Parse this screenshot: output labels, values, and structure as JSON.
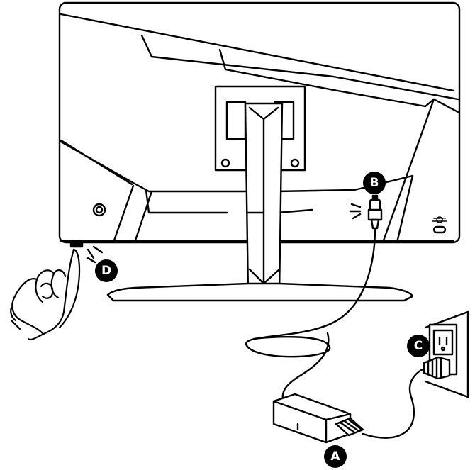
{
  "callouts": [
    {
      "id": "power-adapter",
      "letter": "A"
    },
    {
      "id": "dc-in-port",
      "letter": "B"
    },
    {
      "id": "wall-outlet",
      "letter": "C"
    },
    {
      "id": "power-button",
      "letter": "D"
    }
  ],
  "colors": {
    "line": "#000000",
    "callout_fill": "#000000",
    "callout_text": "#ffffff",
    "background": "#ffffff"
  },
  "icons": [
    "dc-power-symbol-icon",
    "kensington-lock-icon",
    "hand-pressing-icon",
    "sound-wave-icon"
  ]
}
